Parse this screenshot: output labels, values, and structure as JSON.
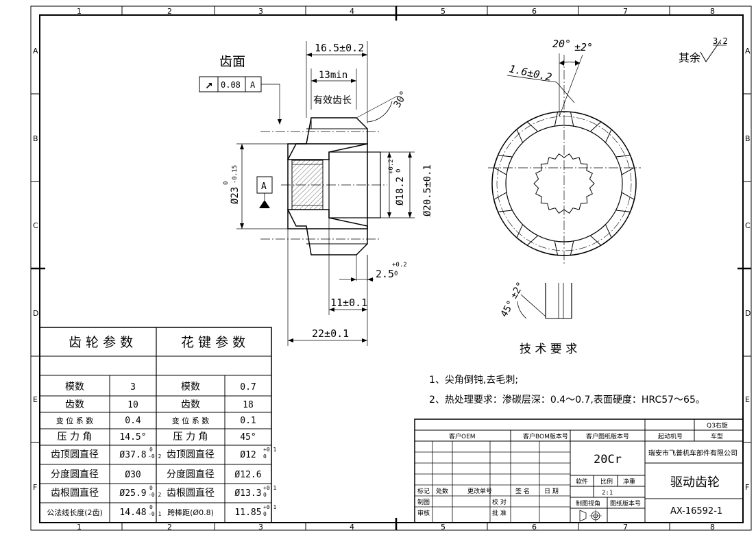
{
  "border": {
    "col_numbers": [
      "1",
      "2",
      "3",
      "4",
      "5",
      "6",
      "7",
      "8"
    ],
    "row_letters": [
      "A",
      "B",
      "C",
      "D",
      "E",
      "F"
    ]
  },
  "drawing": {
    "tooth_face_label": "齿面",
    "runout_symbol": "↗",
    "runout_value": "0.08",
    "runout_datum": "A",
    "dim_width": "16.5±0.2",
    "dim_min_len": "13min",
    "effective_tooth_len": "有效齿长",
    "angle_30": "30°",
    "dia_outer": "Ø23",
    "dia_outer_upper": "0",
    "dia_outer_lower": "-0.15",
    "datum_label": "A",
    "dia_bore": "Ø18.2",
    "dia_bore_upper": "+0.2",
    "dia_bore_lower": "0",
    "dia_hub": "Ø20.5±0.1",
    "dim_2_5": "2.5",
    "dim_2_5_upper": "+0.2",
    "dim_2_5_lower": "0",
    "dim_11": "11±0.1",
    "dim_22": "22±0.1",
    "angle_20": "20°",
    "angle_20_tol": "±2°",
    "dim_1_6": "1.6±0.2",
    "angle_45": "45°",
    "angle_45_tol": "±2°",
    "surface_rest": "其余",
    "surface_value": "3.2"
  },
  "tech_req": {
    "title": "技 术 要 求",
    "line1": "1、尖角倒钝,去毛刺;",
    "line2": "2、热处理要求：渗碳层深：0.4～0.7,表面硬度：HRC57～65。"
  },
  "param_table": {
    "gear_title": "齿 轮 参 数",
    "spline_title": "花 键 参 数",
    "rows": [
      {
        "gl": "模数",
        "gv": "3",
        "sl": "模数",
        "sv": "0.7"
      },
      {
        "gl": "齿数",
        "gv": "10",
        "sl": "齿数",
        "sv": "18"
      },
      {
        "gl": "变 位 系 数",
        "gv": "0.4",
        "sl": "变 位 系 数",
        "sv": "0.1"
      },
      {
        "gl": "压 力 角",
        "gv": "14.5°",
        "sl": "压 力 角",
        "sv": "45°"
      },
      {
        "gl": "齿顶圆直径",
        "gv": "Ø37.8",
        "gv_up": "0",
        "gv_lo": "-0.2",
        "sl": "齿顶圆直径",
        "sv": "Ø12",
        "sv_up": "+0.1",
        "sv_lo": "0"
      },
      {
        "gl": "分度圆直径",
        "gv": "Ø30",
        "sl": "分度圆直径",
        "sv": "Ø12.6"
      },
      {
        "gl": "齿根圆直径",
        "gv": "Ø25.9",
        "gv_up": "0",
        "gv_lo": "-0.2",
        "sl": "齿根圆直径",
        "sv": "Ø13.3",
        "sv_up": "+0.1",
        "sv_lo": "0"
      },
      {
        "gl": "公法线长度(2齿)",
        "gv": "14.48",
        "gv_up": "0",
        "gv_lo": "-0.1",
        "sl": "跨棒距(Ø0.8)",
        "sv": "11.85",
        "sv_up": "+0.1",
        "sv_lo": "0"
      }
    ]
  },
  "title_block": {
    "q3": "Q3右旋",
    "customer_oem": "客户OEM",
    "customer_bom": "客户BOM版本号",
    "customer_drawing": "客户图纸版本号",
    "starter": "起动机号",
    "vehicle": "车型",
    "material": "20Cr",
    "company": "瑞安市飞普机车部件有限公司",
    "part_name": "驱动齿轮",
    "drawing_no": "AX-16592-1",
    "version": "软件",
    "scale_label": "比例",
    "net_weight": "净重",
    "scale_value": "2:1",
    "mark": "标记",
    "count": "处数",
    "change_no": "更改单号",
    "sign": "签 名",
    "date": "日 期",
    "drawn": "制图",
    "check": "校 对",
    "view_label": "制图视角",
    "drawing_version": "图纸版本号",
    "review": "审核",
    "approve": "批 准"
  }
}
